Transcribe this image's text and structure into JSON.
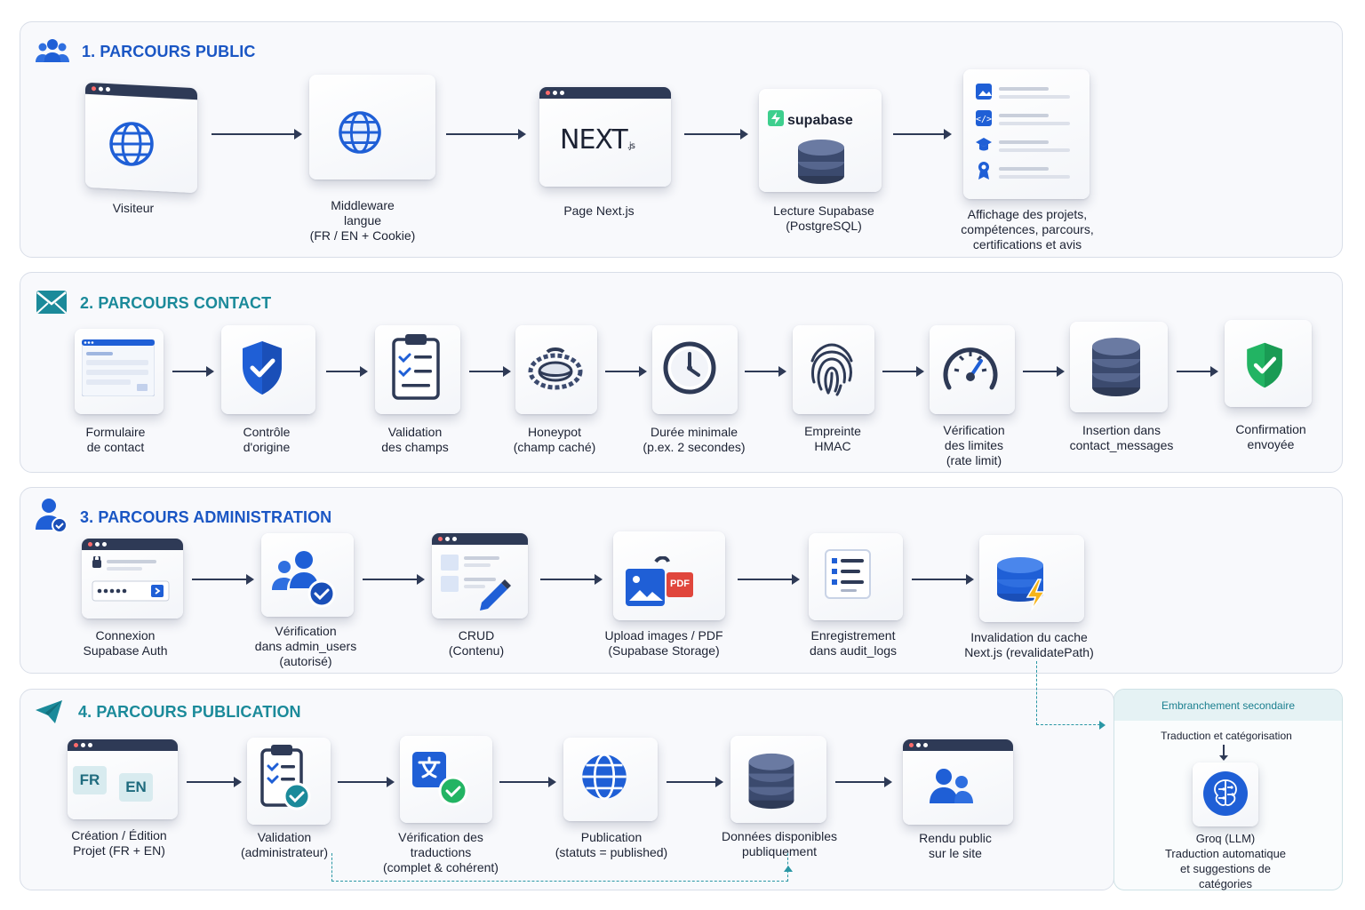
{
  "sections": [
    {
      "title": "1. PARCOURS PUBLIC",
      "color": "#1a56c4",
      "icon": "users-icon",
      "nodes": [
        {
          "label": "Visiteur",
          "icon": "globe-window-icon"
        },
        {
          "label": "Middleware\nlangue\n(FR / EN + Cookie)",
          "icon": "globe-icon"
        },
        {
          "label": "Page Next.js",
          "icon": "nextjs-logo-icon",
          "logo": "NEXT",
          "logo_sub": ".js"
        },
        {
          "label": "Lecture Supabase\n(PostgreSQL)",
          "icon": "supabase-database-icon",
          "logo": "supabase"
        },
        {
          "label": "Affichage des projets,\ncompétences, parcours,\ncertifications et avis",
          "icon": "content-list-icon"
        }
      ]
    },
    {
      "title": "2. PARCOURS CONTACT",
      "color": "#1b8a9a",
      "icon": "envelope-icon",
      "nodes": [
        {
          "label": "Formulaire\nde contact",
          "icon": "form-window-icon"
        },
        {
          "label": "Contrôle\nd'origine",
          "icon": "shield-check-icon"
        },
        {
          "label": "Validation\ndes champs",
          "icon": "clipboard-checklist-icon"
        },
        {
          "label": "Honeypot\n(champ caché)",
          "icon": "honeypot-trap-icon"
        },
        {
          "label": "Durée minimale\n(p.ex. 2 secondes)",
          "icon": "clock-icon"
        },
        {
          "label": "Empreinte\nHMAC",
          "icon": "fingerprint-icon"
        },
        {
          "label": "Vérification\ndes limites\n(rate limit)",
          "icon": "gauge-icon"
        },
        {
          "label": "Insertion dans\ncontact_messages",
          "icon": "database-icon"
        },
        {
          "label": "Confirmation\nenvoyée",
          "icon": "green-shield-check-icon"
        }
      ]
    },
    {
      "title": "3. PARCOURS ADMINISTRATION",
      "color": "#1a56c4",
      "icon": "admin-user-icon",
      "nodes": [
        {
          "label": "Connexion\nSupabase Auth",
          "icon": "login-window-icon"
        },
        {
          "label": "Vérification\ndans admin_users\n(autorisé)",
          "icon": "users-check-icon"
        },
        {
          "label": "CRUD\n(Contenu)",
          "icon": "edit-window-icon"
        },
        {
          "label": "Upload images / PDF\n(Supabase Storage)",
          "icon": "upload-image-pdf-icon",
          "badge": "PDF"
        },
        {
          "label": "Enregistrement\ndans audit_logs",
          "icon": "log-list-icon"
        },
        {
          "label": "Invalidation du cache\nNext.js (revalidatePath)",
          "icon": "database-bolt-icon"
        }
      ]
    },
    {
      "title": "4. PARCOURS PUBLICATION",
      "color": "#1b8a9a",
      "icon": "paper-plane-icon",
      "nodes": [
        {
          "label": "Création / Édition\nProjet (FR + EN)",
          "icon": "fr-en-window-icon",
          "tags": [
            "FR",
            "EN"
          ]
        },
        {
          "label": "Validation\n(administrateur)",
          "icon": "clipboard-check-icon"
        },
        {
          "label": "Vérification des\ntraductions\n(complet & cohérent)",
          "icon": "translate-check-icon"
        },
        {
          "label": "Publication\n(statuts = published)",
          "icon": "globe-icon"
        },
        {
          "label": "Données disponibles\npubliquement",
          "icon": "database-icon"
        },
        {
          "label": "Rendu public\nsur le site",
          "icon": "users-window-icon"
        }
      ]
    }
  ],
  "secondary": {
    "header": "Embranchement secondaire",
    "subtitle": "Traduction et catégorisation",
    "node_label": "Groq (LLM)\nTraduction automatique\net suggestions de catégories",
    "icon": "ai-brain-chip-icon"
  },
  "colors": {
    "blue": "#1f5fd6",
    "navy": "#2e3a56",
    "teal": "#1b8a9a",
    "green": "#22b463",
    "red": "#e0463c"
  }
}
